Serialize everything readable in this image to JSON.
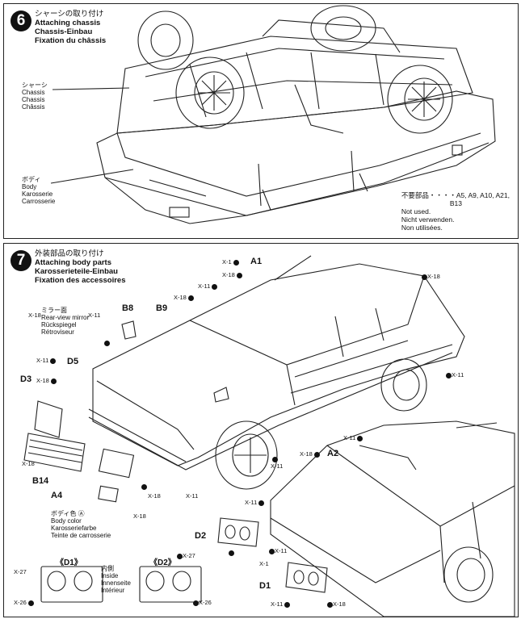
{
  "step6": {
    "number": "6",
    "title_jp": "シャーシの取り付け",
    "title_en": "Attaching chassis",
    "title_de": "Chassis-Einbau",
    "title_fr": "Fixation du châssis",
    "chassis_label": {
      "jp": "シャーシ",
      "en": "Chassis",
      "de": "Chassis",
      "fr": "Châssis"
    },
    "body_label": {
      "jp": "ボディ",
      "en": "Body",
      "de": "Karosserie",
      "fr": "Carrosserie"
    },
    "not_used": {
      "jp": "不要部品・・・・A5, A9, A10, A21,",
      "parts_cont": "B13",
      "en": "Not used.",
      "de": "Nicht verwenden.",
      "fr": "Non utilisées."
    }
  },
  "step7": {
    "number": "7",
    "title_jp": "外装部品の取り付け",
    "title_en": "Attaching body parts",
    "title_de": "Karosserieteile-Einbau",
    "title_fr": "Fixation des accessoires",
    "mirror_label": {
      "jp": "ミラー面",
      "en": "Rear-view mirror",
      "de": "Rückspiegel",
      "fr": "Rétroviseur"
    },
    "body_color": {
      "jp": "ボディ色 Ⓐ",
      "en": "Body color",
      "de": "Karosseriefarbe",
      "fr": "Teinte de carrosserie"
    },
    "inside": {
      "jp": "内側",
      "en": "Inside",
      "de": "Innenseite",
      "fr": "Intérieur"
    },
    "parts": {
      "A1": "A1",
      "B8": "B8",
      "B9": "B9",
      "D5": "D5",
      "D3": "D3",
      "B14": "B14",
      "A4": "A4",
      "A2": "A2",
      "D2": "D2",
      "D1": "D1",
      "D1_box": "《D1》",
      "D2_box": "《D2》"
    },
    "screws": {
      "x1": "X-1",
      "x11": "X-11",
      "x18": "X-18",
      "x26": "X-26",
      "x27": "X-27"
    }
  }
}
